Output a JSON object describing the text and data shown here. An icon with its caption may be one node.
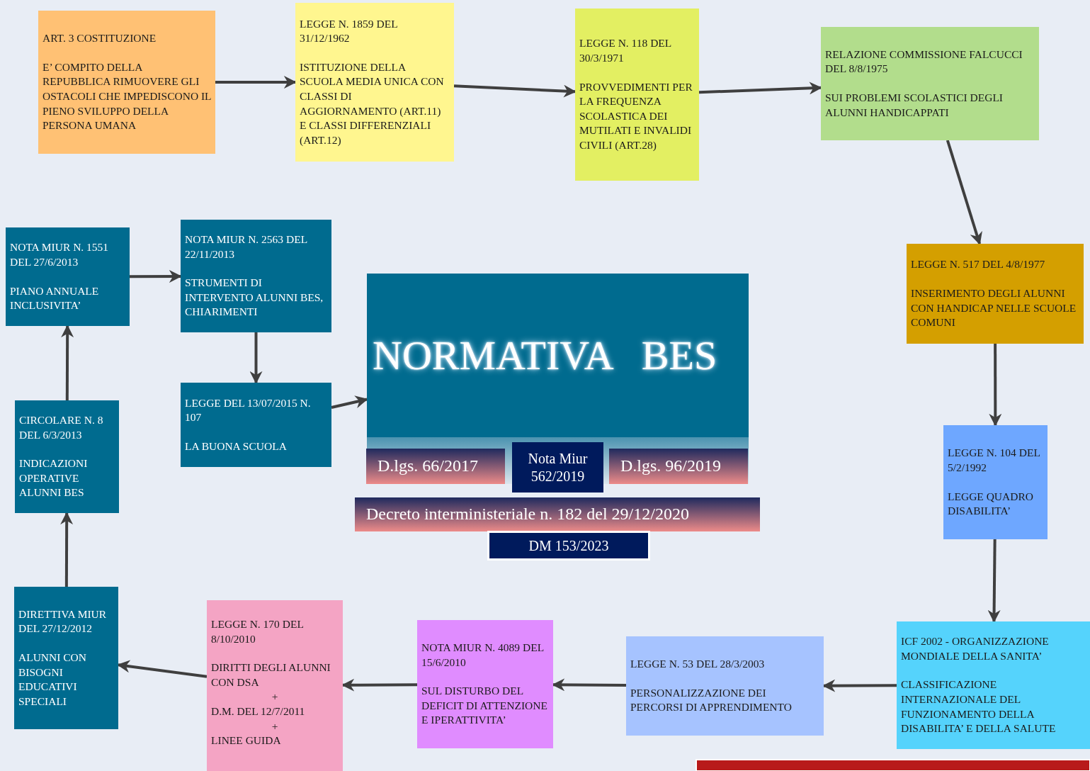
{
  "diagram": {
    "nodes": [
      {
        "text": [
          "ART. 3 COSTITUZIONE",
          "E’ COMPITO DELLA REPUBBLICA RIMUOVERE GLI OSTACOLI CHE IMPEDISCONO IL PIENO SVILUPPO DELLA PERSONA UMANA"
        ]
      },
      {
        "text": [
          "LEGGE N. 1859 DEL 31/12/1962",
          "ISTITUZIONE DELLA SCUOLA MEDIA UNICA CON CLASSI DI AGGIORNAMENTO (ART.11) E CLASSI DIFFERENZIALI (ART.12)"
        ]
      },
      {
        "text": [
          "LEGGE N. 118 DEL 30/3/1971",
          "PROVVEDIMENTI PER LA FREQUENZA SCOLASTICA DEI MUTILATI E INVALIDI CIVILI (ART.28)"
        ]
      },
      {
        "text": [
          "RELAZIONE COMMISSIONE FALCUCCI DEL 8/8/1975",
          "SUI PROBLEMI SCOLASTICI DEGLI ALUNNI HANDICAPPATI"
        ]
      },
      {
        "text": [
          "LEGGE N. 517 DEL 4/8/1977",
          "INSERIMENTO DEGLI ALUNNI CON HANDICAP NELLE SCUOLE COMUNI"
        ]
      },
      {
        "text": [
          "LEGGE N. 104 DEL 5/2/1992",
          "LEGGE QUADRO DISABILITA’"
        ]
      },
      {
        "text": [
          "ICF 2002 - ORGANIZZAZIONE MONDIALE DELLA SANITA’",
          "CLASSIFICAZIONE INTERNAZIONALE DEL FUNZIONAMENTO DELLA DISABILITA’ E DELLA SALUTE"
        ]
      },
      {
        "text": [
          "LEGGE N. 53 DEL 28/3/2003",
          "PERSONALIZZAZIONE DEI PERCORSI DI APPRENDIMENTO"
        ]
      },
      {
        "text": [
          "NOTA MIUR N. 4089 DEL 15/6/2010",
          "SUL DISTURBO DEL DEFICIT DI ATTENZIONE E IPERATTIVITA’"
        ]
      },
      {
        "text": [
          "LEGGE N. 170 DEL 8/10/2010",
          "DIRITTI DEGLI ALUNNI CON DSA",
          "+",
          "D.M. DEL 12/7/2011",
          "+",
          "LINEE GUIDA"
        ]
      },
      {
        "text": [
          "DIRETTIVA MIUR DEL 27/12/2012",
          "ALUNNI CON BISOGNI EDUCATIVI SPECIALI"
        ]
      },
      {
        "text": [
          "CIRCOLARE N. 8 DEL 6/3/2013",
          "INDICAZIONI OPERATIVE ALUNNI BES"
        ]
      },
      {
        "text": [
          "NOTA MIUR N. 1551 DEL 27/6/2013",
          "PIANO ANNUALE INCLUSIVITA’"
        ]
      },
      {
        "text": [
          "NOTA MIUR N. 2563 DEL 22/11/2013",
          "STRUMENTI DI INTERVENTO ALUNNI BES, CHIARIMENTI"
        ]
      },
      {
        "text": [
          "LEGGE DEL 13/07/2015 N. 107",
          "LA BUONA SCUOLA"
        ]
      },
      {
        "text": [
          "NORMATIVA BES"
        ]
      },
      {
        "text": [
          "D.lgs. 66/2017"
        ]
      },
      {
        "text": [
          "Nota Miur 562/2019"
        ]
      },
      {
        "text": [
          "D.lgs. 96/2019"
        ]
      },
      {
        "text": [
          "Decreto interministeriale n. 182 del 29/12/2020"
        ]
      },
      {
        "text": [
          "DM 153/2023"
        ]
      }
    ],
    "edges": [
      {
        "from": 0,
        "to": 1,
        "arrow": "to"
      },
      {
        "from": 1,
        "to": 2,
        "arrow": "to"
      },
      {
        "from": 2,
        "to": 3,
        "arrow": "to"
      },
      {
        "from": 3,
        "to": 4,
        "arrow": "to"
      },
      {
        "from": 4,
        "to": 5,
        "arrow": "to"
      },
      {
        "from": 5,
        "to": 6,
        "arrow": "to"
      },
      {
        "from": 6,
        "to": 7,
        "arrow": "to"
      },
      {
        "from": 7,
        "to": 8,
        "arrow": "to"
      },
      {
        "from": 8,
        "to": 9,
        "arrow": "to"
      },
      {
        "from": 9,
        "to": 10,
        "arrow": "to"
      },
      {
        "from": 10,
        "to": 11,
        "arrow": "to"
      },
      {
        "from": 11,
        "to": 12,
        "arrow": "to"
      },
      {
        "from": 12,
        "to": 13,
        "arrow": "to"
      },
      {
        "from": 13,
        "to": 14,
        "arrow": "to"
      },
      {
        "from": 14,
        "to": 15,
        "arrow": "to"
      }
    ]
  }
}
